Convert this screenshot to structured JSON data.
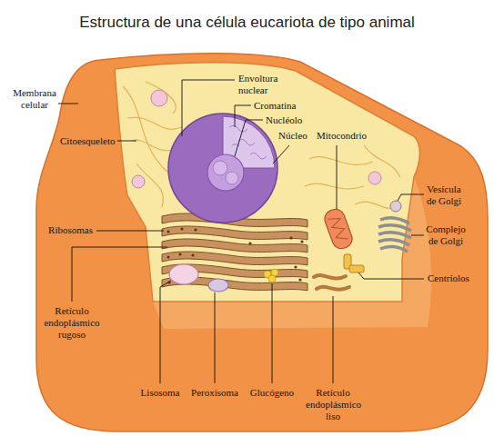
{
  "diagram": {
    "title": "Estructura de una célula eucariota de tipo animal",
    "labels": [
      "Membrana celular",
      "Envoltura nuclear",
      "Cromatina",
      "Nucléolo",
      "Citoesqueleto",
      "Núcleo",
      "Mitocondrio",
      "Vesícula de Golgi",
      "Ribosomas",
      "Complejo de Golgi",
      "Centríolos",
      "Retículo endoplásmico rugoso",
      "Lisosoma",
      "Peroxisoma",
      "Glucógeno",
      "Retículo endoplásmico liso"
    ]
  }
}
